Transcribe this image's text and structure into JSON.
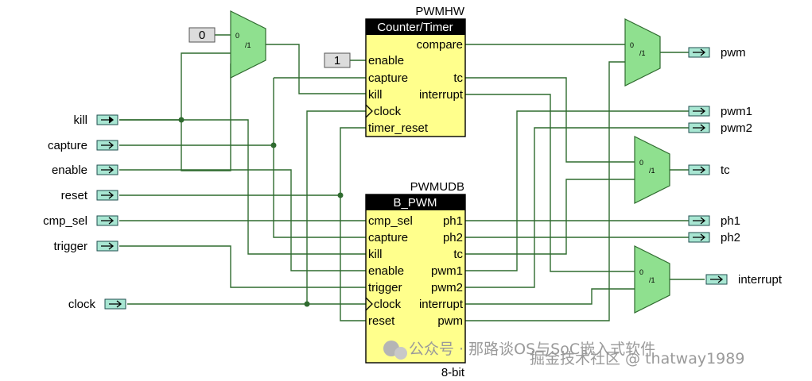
{
  "inputs": {
    "kill": "kill",
    "capture": "capture",
    "enable": "enable",
    "reset": "reset",
    "cmp_sel": "cmp_sel",
    "trigger": "trigger",
    "clock": "clock"
  },
  "outputs": {
    "pwm": "pwm",
    "pwm1": "pwm1",
    "pwm2": "pwm2",
    "tc": "tc",
    "ph1": "ph1",
    "ph2": "ph2",
    "interrupt": "interrupt"
  },
  "constants": {
    "c0": "0",
    "c1": "1"
  },
  "mux": {
    "sel0": "0",
    "sel1": "/1"
  },
  "hw_block": {
    "instance": "PWMHW",
    "type": "Counter/Timer",
    "pins_left": [
      "enable",
      "capture",
      "kill",
      "clock",
      "timer_reset"
    ],
    "pins_right": [
      "compare",
      "tc",
      "interrupt"
    ]
  },
  "udb_block": {
    "instance": "PWMUDB",
    "type": "B_PWM",
    "pins_left": [
      "cmp_sel",
      "capture",
      "kill",
      "enable",
      "trigger",
      "clock",
      "reset"
    ],
    "pins_right": [
      "ph1",
      "ph2",
      "tc",
      "pwm1",
      "pwm2",
      "interrupt",
      "pwm"
    ],
    "footer": "8-bit"
  },
  "watermark": "公众号 · 那路谈OS与SoC嵌入式软件",
  "watermark2": "掘金技术社区 @ thatway1989",
  "colors": {
    "mux_fill": "#8fe08f",
    "block_fill": "#ffff8c",
    "port_fill": "#a8e6d2",
    "wire": "#2f6b2f"
  }
}
